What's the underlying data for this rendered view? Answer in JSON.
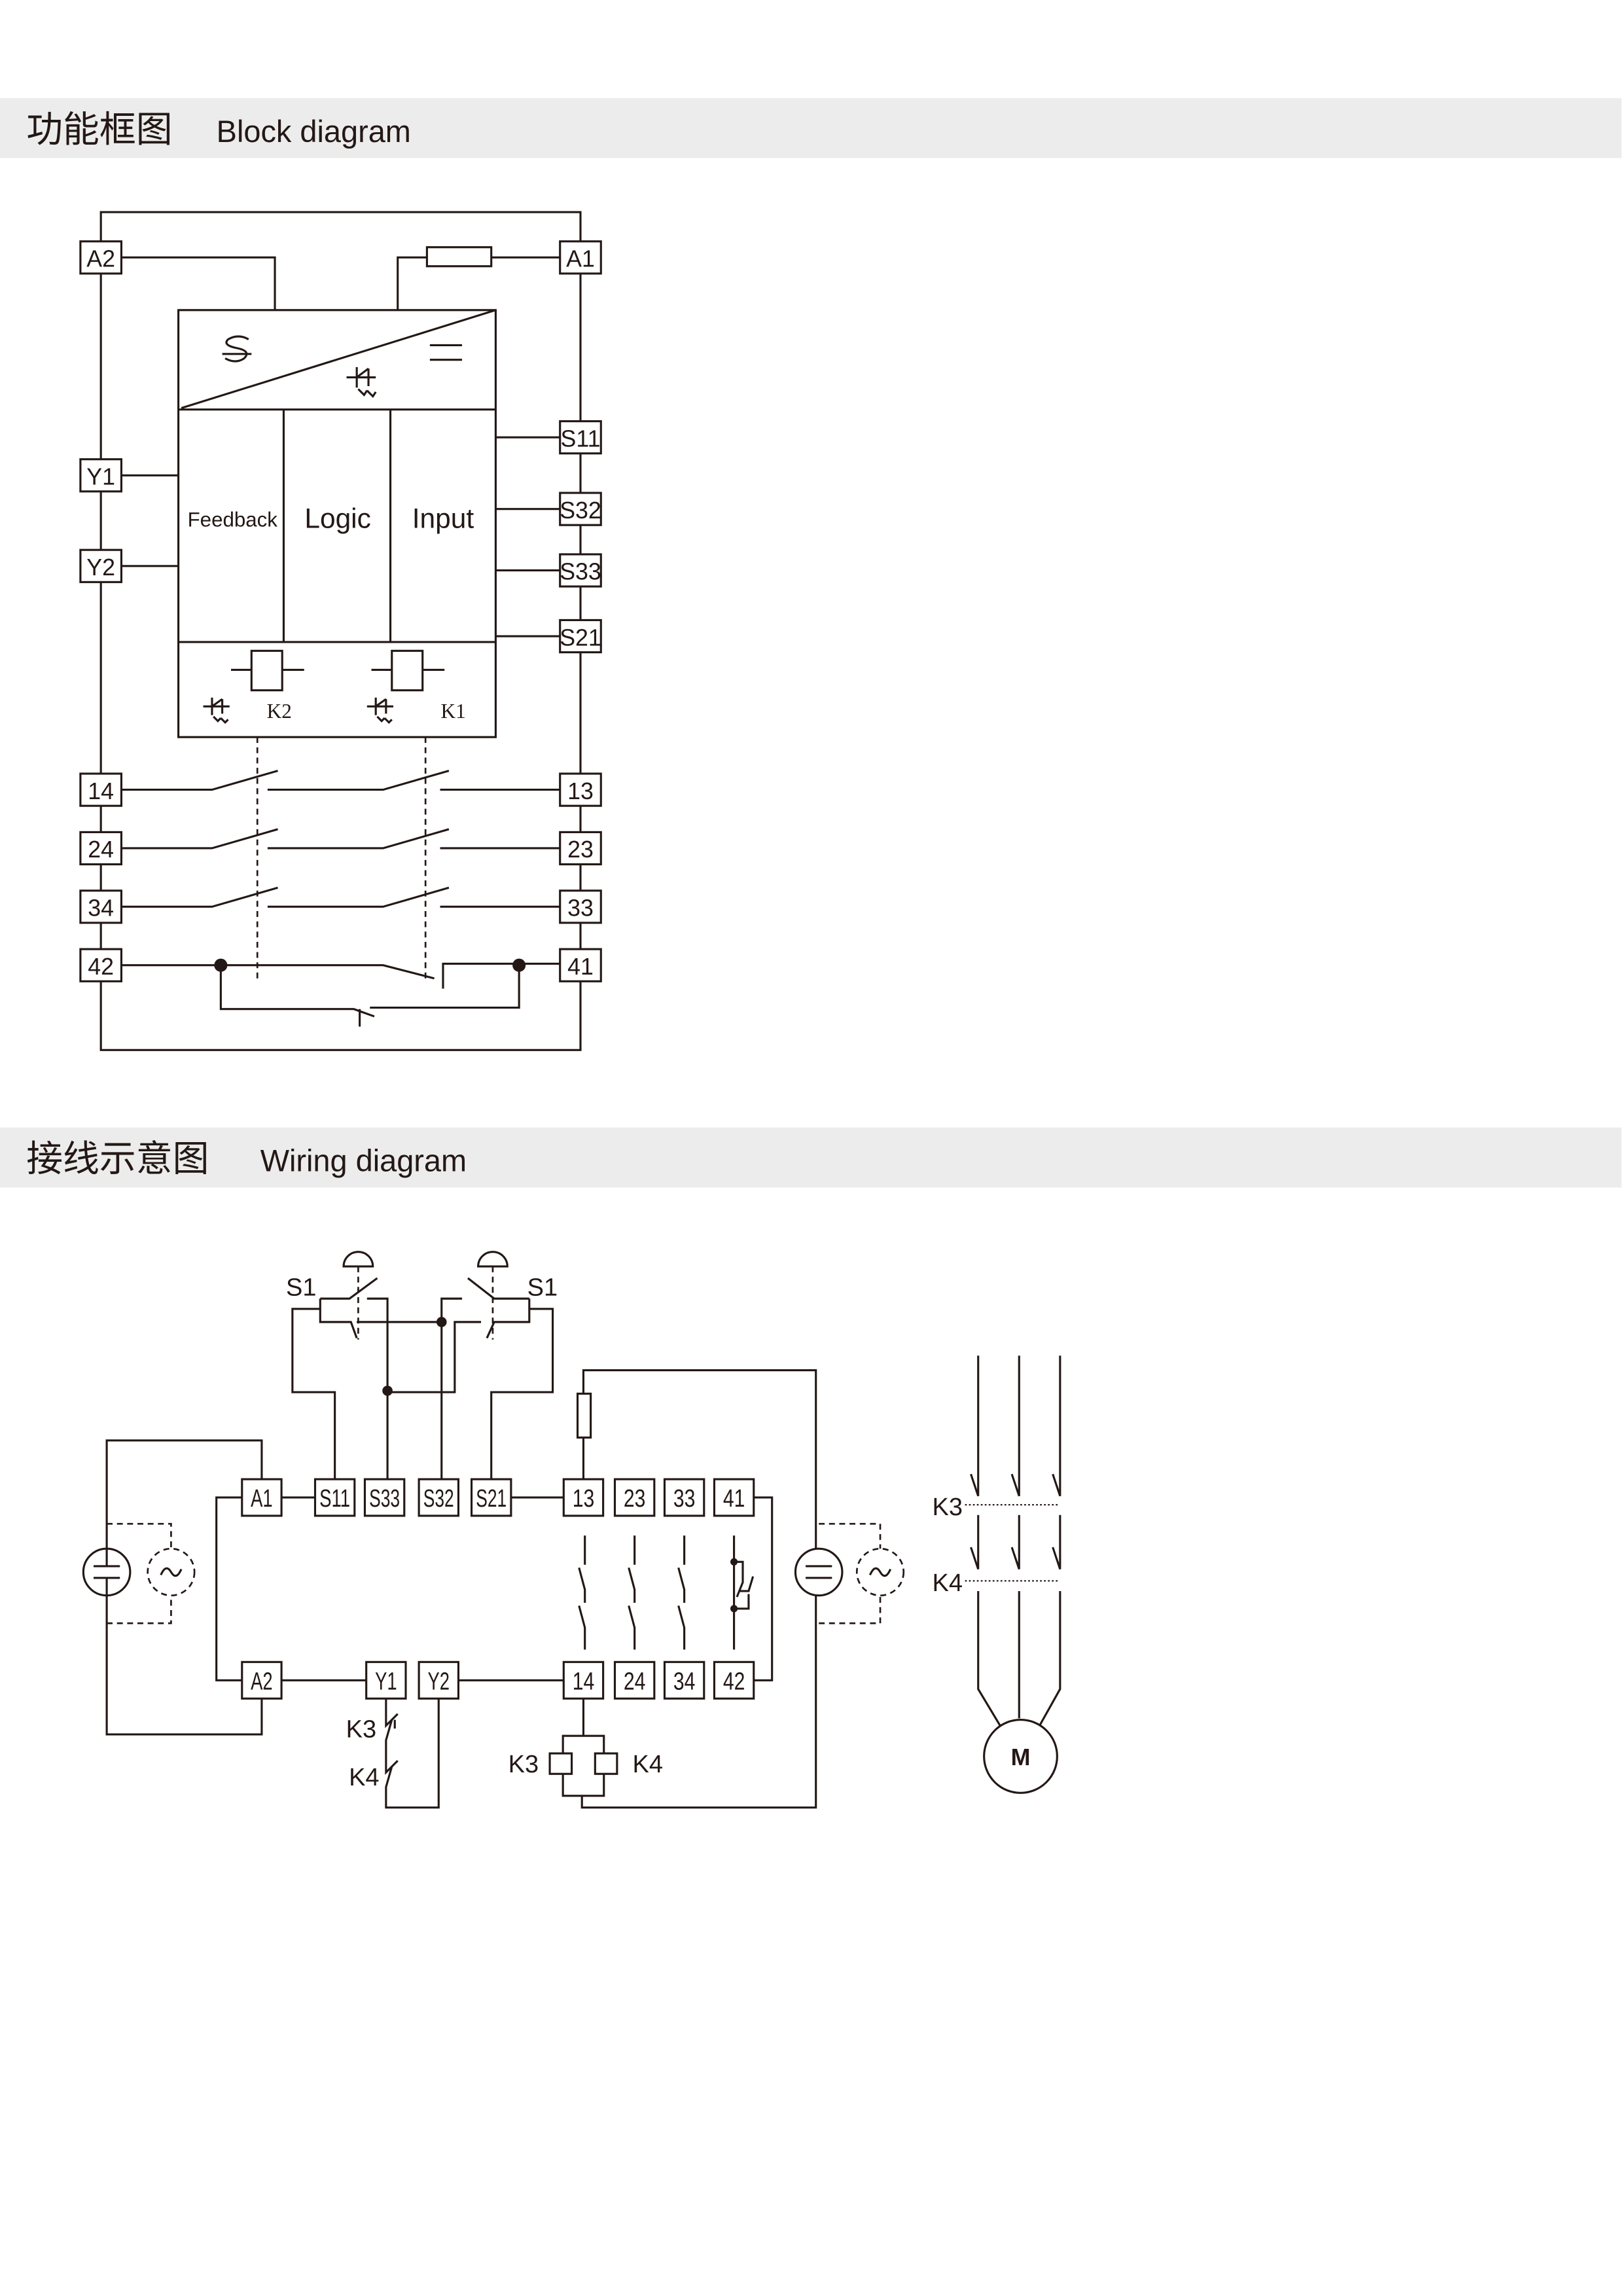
{
  "sections": {
    "block": {
      "title_cn": "功能框图",
      "title_en": "Block diagram"
    },
    "wiring": {
      "title_cn": "接线示意图",
      "title_en": "Wiring diagram"
    }
  },
  "block_diagram": {
    "left_terminals": [
      "A2",
      "Y1",
      "Y2",
      "14",
      "24",
      "34",
      "42"
    ],
    "right_terminals": [
      "A1",
      "S11",
      "S32",
      "S33",
      "S21",
      "13",
      "23",
      "33",
      "41"
    ],
    "sections": {
      "feedback": "Feedback",
      "logic": "Logic",
      "input": "Input"
    },
    "relays": {
      "k2": "K2",
      "k1": "K1"
    }
  },
  "wiring_diagram": {
    "top_terminals": [
      "A1",
      "S11",
      "S33",
      "S32",
      "S21",
      "13",
      "23",
      "33",
      "41"
    ],
    "bottom_terminals": [
      "A2",
      "Y1",
      "Y2",
      "14",
      "24",
      "34",
      "42"
    ],
    "switch_left": "S1",
    "switch_right": "S1",
    "feedback_contacts": {
      "k3": "K3",
      "k4": "K4"
    },
    "coils": {
      "k3": "K3",
      "k4": "K4"
    },
    "motor_contacts": {
      "k3": "K3",
      "k4": "K4"
    },
    "motor": "M"
  }
}
